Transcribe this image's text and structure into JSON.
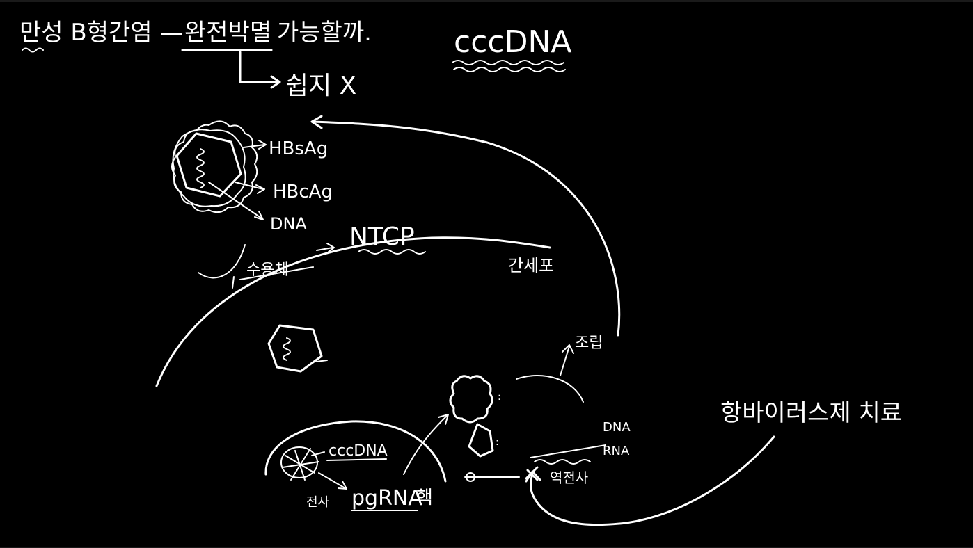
{
  "title": {
    "main": "만성 B형간염 —",
    "underlined": "완전박멸",
    "tail": "가능할까.",
    "sub": "쉽지 X"
  },
  "corner_label": "cccDNA",
  "virion": {
    "labels": [
      "HBsAg",
      "HBcAg",
      "DNA"
    ]
  },
  "cell_labels": {
    "receptor": "수용체",
    "ntcp": "NTCP",
    "hepatocyte": "간세포",
    "assembly": "조립"
  },
  "nucleus_labels": {
    "cccdna": "cccDNA",
    "transcription": "전사",
    "pgrna": "pgRNA",
    "nucleus": "핵"
  },
  "rt_labels": {
    "dna": "DNA",
    "rna": "RNA",
    "reverse": "역전사"
  },
  "treatment": "항바이러스제 치료",
  "colors": {
    "background": "#000000",
    "ink": "#ffffff"
  }
}
